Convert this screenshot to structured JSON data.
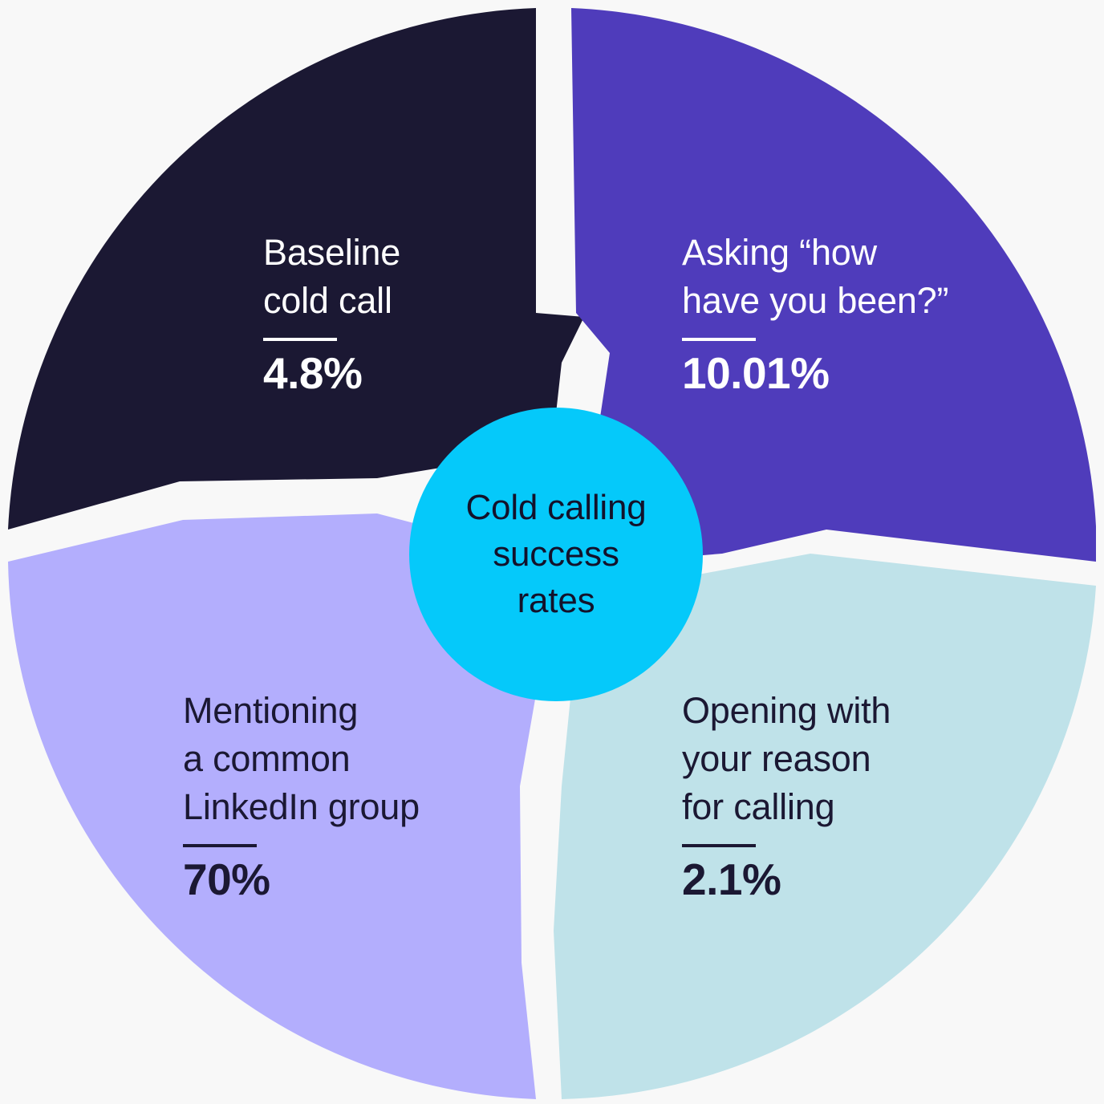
{
  "chart_data": {
    "type": "pie",
    "title": "Cold calling success rates",
    "center_label": "Cold calling\nsuccess\nrates",
    "xlabel": "",
    "ylabel": "",
    "legend_position": "none",
    "grid": false,
    "categories": [
      "Baseline cold call",
      "Asking “how have you been?”",
      "Opening with your reason for calling",
      "Mentioning a common LinkedIn group"
    ],
    "values": [
      4.8,
      10.01,
      2.1,
      70
    ],
    "value_labels": [
      "4.8%",
      "10.01%",
      "2.1%",
      "70%"
    ],
    "value_unit": "%",
    "slice_colors": [
      "#1b1833",
      "#4f3cbb",
      "#bfe2e9",
      "#b3aefd"
    ],
    "note": "Four equal-area quadrant segments; values are success-rate percentages, not slice sizes.",
    "segments": [
      {
        "id": "baseline",
        "position": "top-left",
        "title": "Baseline\ncold call",
        "value": "4.8%",
        "color": "#1b1833",
        "text_color": "#ffffff"
      },
      {
        "id": "asking",
        "position": "top-right",
        "title": "Asking “how\nhave you been?”",
        "value": "10.01%",
        "color": "#4f3cbb",
        "text_color": "#ffffff"
      },
      {
        "id": "mentioning",
        "position": "bottom-left",
        "title": "Mentioning\na common\nLinkedIn group",
        "value": "70%",
        "color": "#b3aefd",
        "text_color": "#1b1833"
      },
      {
        "id": "opening",
        "position": "bottom-right",
        "title": "Opening with\nyour reason\nfor calling",
        "value": "2.1%",
        "color": "#bfe2e9",
        "text_color": "#1b1833"
      }
    ]
  },
  "theme": {
    "background": "#f8f8f8",
    "hub_color": "#05c9fa",
    "hub_text_color": "#13122b",
    "ink": "#1b1833",
    "light_text": "#ffffff"
  }
}
